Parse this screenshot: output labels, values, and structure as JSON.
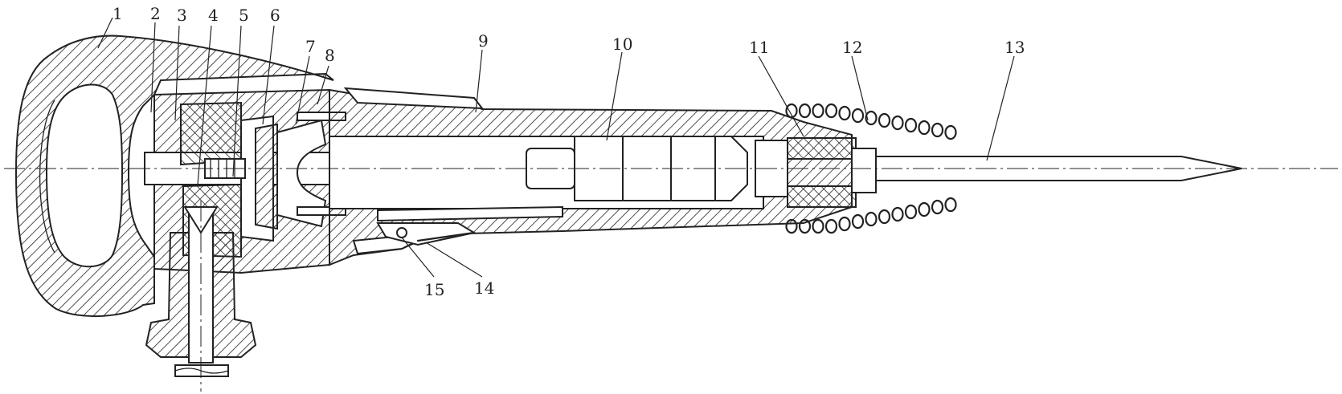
{
  "callouts": [
    {
      "id": 1,
      "label": "1"
    },
    {
      "id": 2,
      "label": "2"
    },
    {
      "id": 3,
      "label": "3"
    },
    {
      "id": 4,
      "label": "4"
    },
    {
      "id": 5,
      "label": "5"
    },
    {
      "id": 6,
      "label": "6"
    },
    {
      "id": 7,
      "label": "7"
    },
    {
      "id": 8,
      "label": "8"
    },
    {
      "id": 9,
      "label": "9"
    },
    {
      "id": 10,
      "label": "10"
    },
    {
      "id": 11,
      "label": "11"
    },
    {
      "id": 12,
      "label": "12"
    },
    {
      "id": 13,
      "label": "13"
    },
    {
      "id": 14,
      "label": "14"
    },
    {
      "id": 15,
      "label": "15"
    }
  ],
  "colors": {
    "ink": "#222222",
    "paper": "#ffffff"
  }
}
